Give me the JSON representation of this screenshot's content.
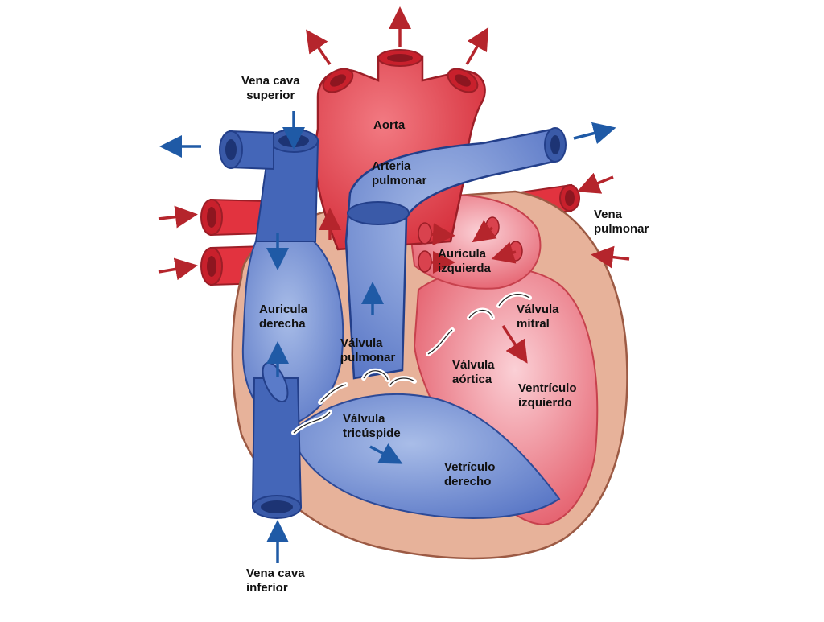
{
  "labels": {
    "vena_cava_superior": [
      "Vena cava",
      "superior"
    ],
    "aorta": [
      "Aorta"
    ],
    "arteria_pulmonar": [
      "Arteria",
      "pulmonar"
    ],
    "vena_pulmonar": [
      "Vena",
      "pulmonar"
    ],
    "auricula_izquierda": [
      "Auricula",
      "izquierda"
    ],
    "auricula_derecha": [
      "Auricula",
      "derecha"
    ],
    "valvula_mitral": [
      "Válvula",
      "mitral"
    ],
    "valvula_pulmonar": [
      "Válvula",
      "pulmonar"
    ],
    "valvula_aortica": [
      "Válvula",
      "aórtica"
    ],
    "ventriculo_izquierdo": [
      "Ventrículo",
      "izquierdo"
    ],
    "valvula_tricuspide": [
      "Válvula",
      "tricúspide"
    ],
    "ventriculo_derecho": [
      "Vetrículo",
      "derecho"
    ],
    "vena_cava_inferior": [
      "Vena cava",
      "inferior"
    ]
  },
  "colors": {
    "oxygenated": "#e2333f",
    "oxygenated_dark": "#b5202c",
    "deoxygenated": "#4466b8",
    "deoxygenated_dark": "#233f8a",
    "muscle": "#e7b29a",
    "arrow_blue": "#1f5aa6",
    "arrow_red": "#b5252c"
  }
}
